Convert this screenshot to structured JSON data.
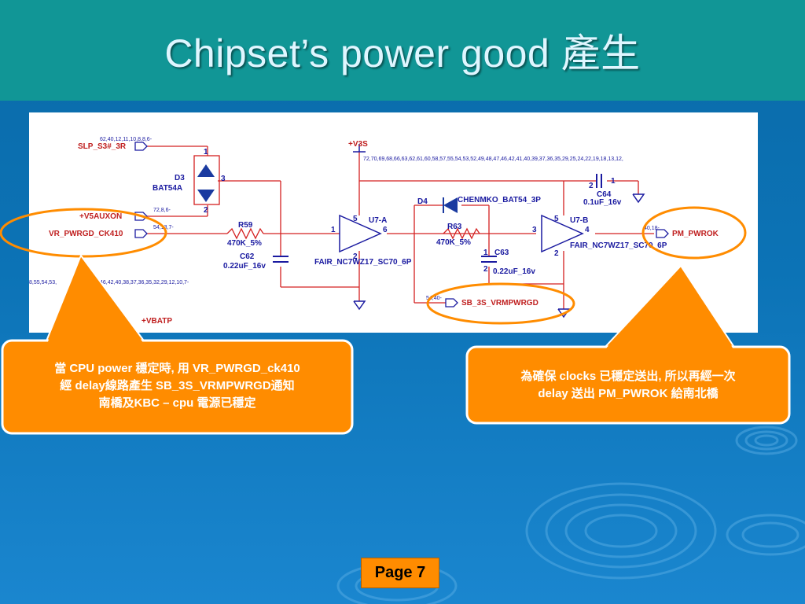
{
  "slide": {
    "title": "Chipset’s power good 產生",
    "page_label": "Page 7"
  },
  "schematic": {
    "nets": {
      "slp_s3": "SLP_S3#_3R",
      "v5auxon": "+V5AUXON",
      "vr_pwrgd": "VR_PWRGD_CK410",
      "v3s": "+V3S",
      "vbatp": "+VBATP",
      "sb_vrmpwrgd": "SB_3S_VRMPWRGD",
      "pm_pwrok": "PM_PWROK"
    },
    "refs": {
      "slp_s3_ref": "62,40,12,11,10,8,8,6-",
      "v5aux_ref": "72,8,6-",
      "vrpwrgd_ref": "54,13,7-",
      "v3s_ref": "72,70,69,68,66,63,62,61,60,58,57,55,54,53,52,49,48,47,46,42,41,40,39,37,36,35,29,25,24,22,19,18,13,12,",
      "left_ref": "8,55,54,53,",
      "left_ref2": "46,42,40,38,37,36,35,32,29,12,10,7-",
      "sb_ref": "54,40-",
      "pm_ref": "40,18-"
    },
    "components": {
      "d3": "D3",
      "bat54a": "BAT54A",
      "r59": "R59",
      "r59_val": "470K_5%",
      "c62": "C62",
      "c62_val": "0.22uF_16v",
      "u7a": "U7-A",
      "u7a_part": "FAIR_NC7WZ17_SC70_6P",
      "d4": "D4",
      "d4_part": "CHENMKO_BAT54_3P",
      "r63": "R63",
      "r63_val": "470K_5%",
      "c63": "C63",
      "c63_val": "0.22uF_16v",
      "c64": "C64",
      "c64_val": "0.1uF_16v",
      "u7b": "U7-B",
      "u7b_part": "FAIR_NC7WZ17_SC70_6P"
    },
    "pins": [
      "1",
      "2",
      "3",
      "5",
      "6",
      "2",
      "1",
      "5",
      "4",
      "3",
      "2",
      "1",
      "2",
      "1",
      "2"
    ]
  },
  "callouts": {
    "left": {
      "line1": "當 CPU power 穩定時, 用 VR_PWRGD_ck410",
      "line2": "經 delay線路產生 SB_3S_VRMPWRGD通知",
      "line3": "南橋及KBC – cpu 電源已穩定"
    },
    "right": {
      "line1": "為確保 clocks 已穩定送出, 所以再經一次",
      "line2": "delay 送出 PM_PWROK 給南北橋"
    }
  },
  "colors": {
    "title_bar": "#119696",
    "background": "#0c73b6",
    "callout": "#ff8c00",
    "highlight_ellipse": "#ff8c00",
    "wire_red": "#d42020",
    "label_blue": "#1a1aa0"
  }
}
